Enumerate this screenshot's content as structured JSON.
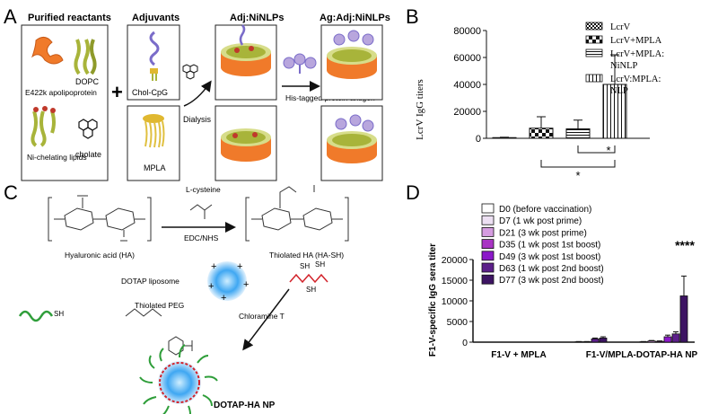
{
  "panels": {
    "A": {
      "letter": "A",
      "reactants_title": "Purified reactants",
      "adjuvants_title": "Adjuvants",
      "adj_nlps_title": "Adj:NiNLPs",
      "ag_adj_nlps_title": "Ag:Adj:NiNLPs",
      "apolipoprotein": "E422k apolipoprotein",
      "dopc": "DOPC",
      "ni_lipids": "Ni-chelating lipids",
      "cholate": "cholate",
      "plus": "+",
      "chol_cpg": "Chol-CpG",
      "mpla": "MPLA",
      "dialysis": "Dialysis",
      "his_tagged": "His-tagged protein antigen"
    },
    "C": {
      "letter": "C",
      "l_cysteine": "L-cysteine",
      "edc_nhs": "EDC/NHS",
      "ha_label": "Hyaluronic acid (HA)",
      "thiolated_ha": "Thiolated HA (HA-SH)",
      "dotap_liposome": "DOTAP liposome",
      "thiolated_peg": "Thiolated PEG",
      "chloramine": "Chloramine T",
      "dotap_ha_np": "DOTAP-HA NP"
    }
  },
  "colors": {
    "orange": "#f07a2a",
    "green": "#a8b43a",
    "red": "#c0392b",
    "purple": "#7a6cc9",
    "lavender": "#b8a6dd",
    "blue": "#3fa7f2",
    "d_palette": [
      "#ffffff",
      "#ede0f3",
      "#d59ce0",
      "#a934c4",
      "#8b18c9",
      "#5c1f8a",
      "#3d1463"
    ]
  },
  "chart_data": [
    {
      "panel": "B",
      "letter": "B",
      "type": "bar",
      "ylabel": "LcrV IgG titers",
      "ylim": [
        0,
        80000
      ],
      "yticks": [
        0,
        20000,
        40000,
        60000,
        80000
      ],
      "categories": [
        "LcrV",
        "LcrV+MPLA",
        "LcrV+MPLA:NiNLP",
        "LcrV:MPLA:NLP"
      ],
      "series": [
        {
          "name": "LcrV",
          "values": [
            500
          ],
          "error": [
            300
          ],
          "pattern": "checker"
        },
        {
          "name": "LcrV+MPLA",
          "values": [
            7500
          ],
          "error": [
            8500
          ],
          "pattern": "bigcheck"
        },
        {
          "name": "LcrV+MPLA:\nNiNLP",
          "values": [
            7000
          ],
          "error": [
            6500
          ],
          "pattern": "hlines"
        },
        {
          "name": "LcrV:MPLA:\nNLP",
          "values": [
            40000
          ],
          "error": [
            22000
          ],
          "pattern": "vlines"
        }
      ],
      "significance": [
        "*",
        "*"
      ],
      "legend_position": "top-right"
    },
    {
      "panel": "D",
      "letter": "D",
      "type": "bar",
      "ylabel": "F1-V-specific IgG sera titer",
      "ylim": [
        0,
        20000
      ],
      "yticks": [
        0,
        5000,
        10000,
        15000,
        20000
      ],
      "groups": [
        "F1-V + MPLA",
        "F1-V/MPLA-DOTAP-HA NP"
      ],
      "series": [
        {
          "name": "D0 (before vaccination)",
          "values": [
            0,
            0
          ],
          "error": [
            0,
            0
          ]
        },
        {
          "name": "D7 (1 wk post prime)",
          "values": [
            0,
            100
          ],
          "error": [
            0,
            50
          ]
        },
        {
          "name": "D21 (3 wk post prime)",
          "values": [
            0,
            300
          ],
          "error": [
            0,
            100
          ]
        },
        {
          "name": "D35 (1 wk post 1st boost)",
          "values": [
            100,
            200
          ],
          "error": [
            50,
            100
          ]
        },
        {
          "name": "D49 (3 wk post 1st boost)",
          "values": [
            100,
            1300
          ],
          "error": [
            50,
            400
          ]
        },
        {
          "name": "D63 (1 wk post 2nd boost)",
          "values": [
            800,
            2000
          ],
          "error": [
            200,
            500
          ]
        },
        {
          "name": "D77 (3 wk post 2nd boost)",
          "values": [
            1000,
            11200
          ],
          "error": [
            300,
            4800
          ]
        }
      ],
      "significance": "****",
      "legend_position": "top-left"
    }
  ]
}
